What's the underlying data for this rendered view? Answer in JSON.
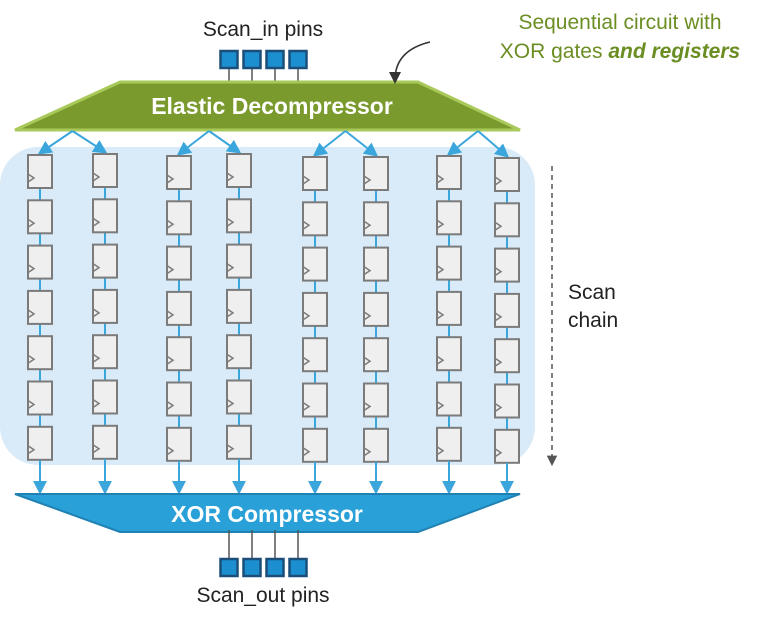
{
  "labels": {
    "scan_in": "Scan_in pins",
    "scan_out": "Scan_out pins",
    "decompressor": "Elastic Decompressor",
    "compressor": "XOR Compressor",
    "scan_chain_line1": "Scan",
    "scan_chain_line2": "chain",
    "annotation_line1": "Sequential  circuit with",
    "annotation_line2_plain": "XOR gates ",
    "annotation_line2_emph": "and registers"
  },
  "colors": {
    "decompressor_fill": "#7a9a2e",
    "decompressor_edge": "#a9c95b",
    "compressor_fill": "#2aa0d8",
    "compressor_edge": "#1f82b3",
    "region_fill": "#d9ebf8",
    "arrow": "#3aa6dc",
    "pin_fill": "#1b8fd0",
    "pin_border": "#1b4f7a",
    "flop_fill": "#efefef",
    "flop_border": "#7b7b7b",
    "annotation_text": "#6b8e23"
  },
  "structure": {
    "scan_in_pin_count": 4,
    "scan_out_pin_count": 4,
    "scan_chain_count": 8,
    "flops_per_chain": 7
  }
}
